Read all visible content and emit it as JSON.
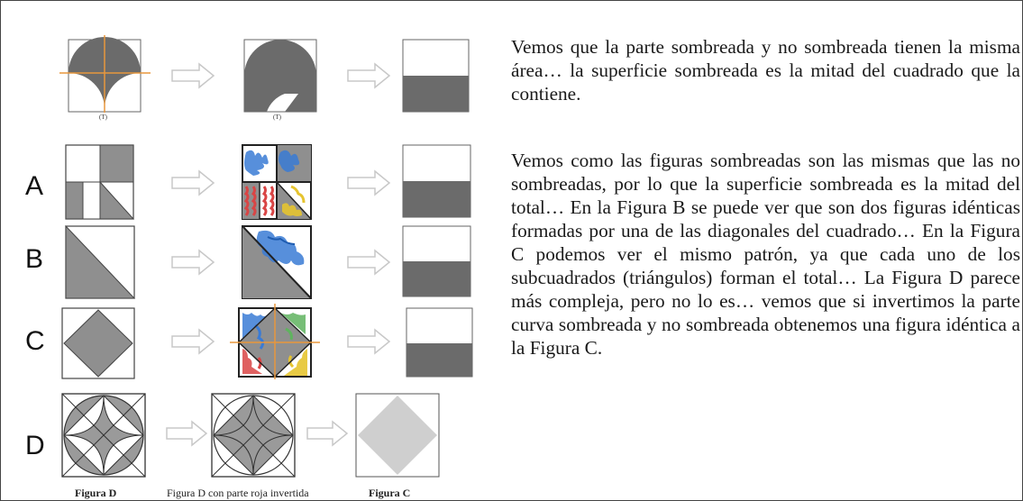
{
  "rows": {
    "a": "A",
    "b": "B",
    "c": "C",
    "d": "D"
  },
  "top_row": {
    "sub_label_1": "(T)",
    "sub_label_2": "(T)"
  },
  "captions": {
    "figure_d": "Figura D",
    "figure_d_inverted": "Figura D con parte roja invertida",
    "figure_c": "Figura C"
  },
  "text": {
    "paragraph_1": "Vemos que la parte sombreada y no sombreada tienen la misma área… la superficie sombreada es la mitad del cuadrado que la contiene.",
    "paragraph_2": "Vemos como las figuras sombreadas son las mismas que las no sombreadas, por lo que la superficie sombreada es la mitad del total…  En la Figura B se puede ver que son dos figuras idénticas formadas por una de las diagonales del cuadrado… En la Figura C podemos ver el mismo patrón, ya que cada uno de los subcuadrados (triángulos) forman el total… La Figura D parece más compleja, pero no lo es… vemos que si invertimos la parte curva sombreada y no sombreada obtenemos una figura idéntica a la Figura C."
  },
  "colors": {
    "shade": "#6b6b6b",
    "light_shade": "#9a9a9a",
    "pale_shade": "#cfcfcf",
    "arrow": "#c8c8c8",
    "axis": "#e8973c",
    "blue": "#3a7bd5",
    "red": "#d94545",
    "yellow": "#e6c430",
    "green": "#5fb35f"
  }
}
